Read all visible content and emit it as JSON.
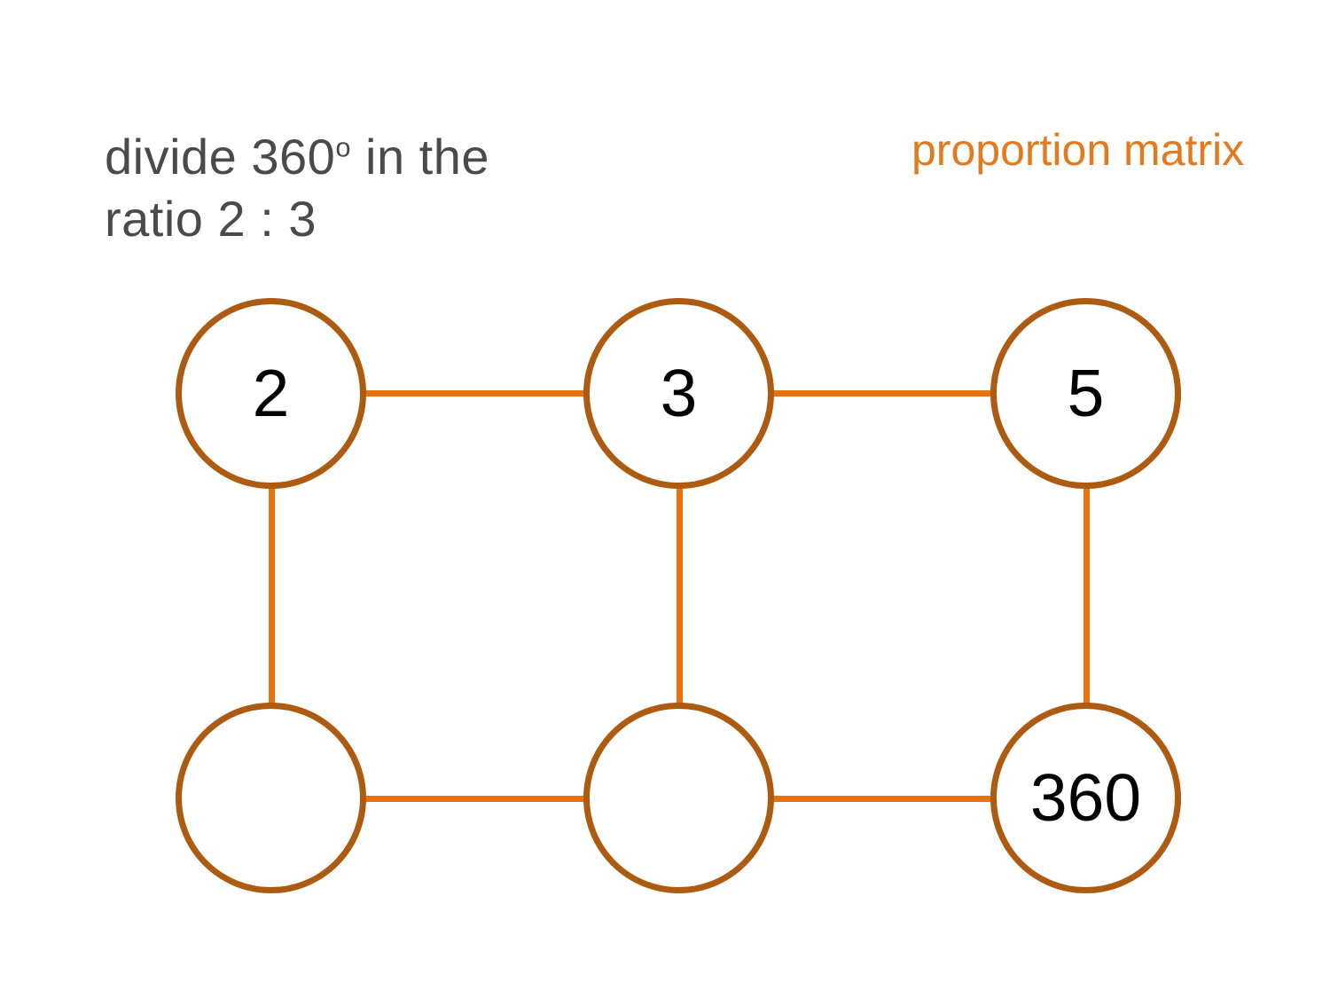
{
  "title": {
    "line1_pre": "divide 360",
    "line1_sup": "o",
    "line1_post": " in the",
    "line2": "ratio 2 : 3"
  },
  "label": "proportion matrix",
  "colors": {
    "background": "#FFFFFF",
    "title_text": "#4A4A4A",
    "label_text": "#E37A1E",
    "connector": "#E8730E",
    "circle_stroke": "#AC5B11",
    "number_text": "#000000"
  },
  "matrix": {
    "rows": 2,
    "cols": 3,
    "nodes": [
      {
        "id": "ratio-part-a",
        "row": 0,
        "col": 0,
        "value": "2"
      },
      {
        "id": "ratio-part-b",
        "row": 0,
        "col": 1,
        "value": "3"
      },
      {
        "id": "ratio-total",
        "row": 0,
        "col": 2,
        "value": "5"
      },
      {
        "id": "angle-part-a",
        "row": 1,
        "col": 0,
        "value": ""
      },
      {
        "id": "angle-part-b",
        "row": 1,
        "col": 1,
        "value": ""
      },
      {
        "id": "angle-total",
        "row": 1,
        "col": 2,
        "value": "360"
      }
    ],
    "connections": [
      "ratio-part-a ~ ratio-part-b",
      "ratio-part-b ~ ratio-total",
      "angle-part-a ~ angle-part-b",
      "angle-part-b ~ angle-total",
      "ratio-part-a ~ angle-part-a",
      "ratio-part-b ~ angle-part-b",
      "ratio-total ~ angle-total"
    ]
  }
}
